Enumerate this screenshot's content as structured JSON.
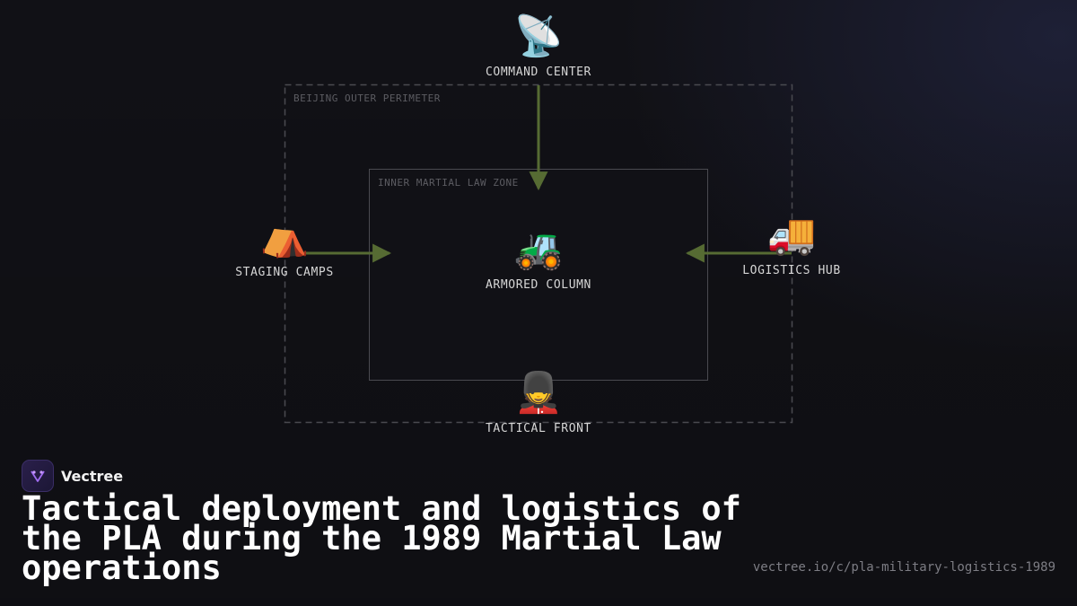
{
  "diagram": {
    "zones": {
      "outer": "BEIJING OUTER PERIMETER",
      "inner": "INNER MARTIAL LAW ZONE"
    },
    "nodes": {
      "command_center": {
        "icon": "📡",
        "icon_name": "satellite-dish-icon",
        "label": "COMMAND CENTER"
      },
      "staging_camps": {
        "icon": "⛺",
        "icon_name": "tent-icon",
        "label": "STAGING CAMPS"
      },
      "armored_column": {
        "icon": "🚜",
        "icon_name": "tractor-icon",
        "label": "ARMORED COLUMN"
      },
      "logistics_hub": {
        "icon": "🚚",
        "icon_name": "truck-icon",
        "label": "LOGISTICS HUB"
      },
      "tactical_front": {
        "icon": "💂",
        "icon_name": "guard-icon",
        "label": "TACTICAL FRONT"
      }
    },
    "edges": [
      {
        "from": "COMMAND CENTER",
        "to": "INNER MARTIAL LAW ZONE"
      },
      {
        "from": "STAGING CAMPS",
        "to": "INNER MARTIAL LAW ZONE"
      },
      {
        "from": "LOGISTICS HUB",
        "to": "INNER MARTIAL LAW ZONE"
      }
    ],
    "colors": {
      "arrow": "#566b33",
      "outer_border": "#4a4a50",
      "inner_border": "#4a4a50"
    }
  },
  "brand": {
    "name": "Vectree"
  },
  "title": "Tactical deployment and logistics of the PLA during the 1989 Martial Law operations",
  "url": "vectree.io/c/pla-military-logistics-1989"
}
